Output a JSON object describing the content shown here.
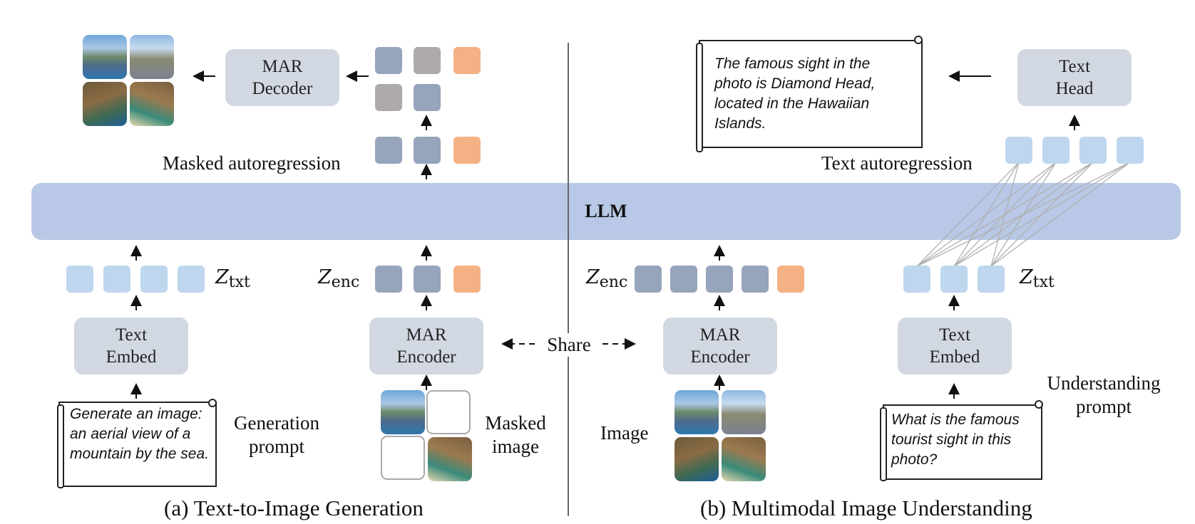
{
  "colors": {
    "token_blue": "#bed6ee",
    "token_slate": "#96a4bc",
    "token_gray": "#aeaaaa",
    "token_orange": "#f4b184",
    "module_box": "#d2d8e2",
    "llm_band": "#b8c8e6"
  },
  "llm": {
    "label": "LLM"
  },
  "share": {
    "label": "Share"
  },
  "left": {
    "caption": "(a) Text-to-Image Generation",
    "mar_decoder": {
      "line1": "MAR",
      "line2": "Decoder"
    },
    "masked_autoregression": "Masked autoregression",
    "text_embed": {
      "line1": "Text",
      "line2": "Embed"
    },
    "mar_encoder": {
      "line1": "MAR",
      "line2": "Encoder"
    },
    "z_txt": {
      "symbol": "Z",
      "sub": "txt"
    },
    "z_enc": {
      "symbol": "Z",
      "sub": "enc"
    },
    "prompt_text": "Generate an image: an aerial view of a mountain by the sea.",
    "prompt_label": {
      "line1": "Generation",
      "line2": "prompt"
    },
    "masked_label": {
      "line1": "Masked",
      "line2": "image"
    }
  },
  "right": {
    "caption": "(b) Multimodal Image Understanding",
    "text_head": {
      "line1": "Text",
      "line2": "Head"
    },
    "text_autoregression": "Text autoregression",
    "answer_text": "The famous sight in the photo is Diamond Head, located in the Hawaiian Islands.",
    "z_enc": {
      "symbol": "Z",
      "sub": "enc"
    },
    "z_txt": {
      "symbol": "Z",
      "sub": "txt"
    },
    "mar_encoder": {
      "line1": "MAR",
      "line2": "Encoder"
    },
    "text_embed": {
      "line1": "Text",
      "line2": "Embed"
    },
    "image_label": "Image",
    "question_text": "What is the famous tourist sight in this photo?",
    "prompt_label": {
      "line1": "Understanding",
      "line2": "prompt"
    }
  },
  "icons": {
    "photo_tile": "aerial-mountain-photo-icon",
    "arrow": "arrow-icon",
    "scroll": "paper-scroll-icon"
  }
}
